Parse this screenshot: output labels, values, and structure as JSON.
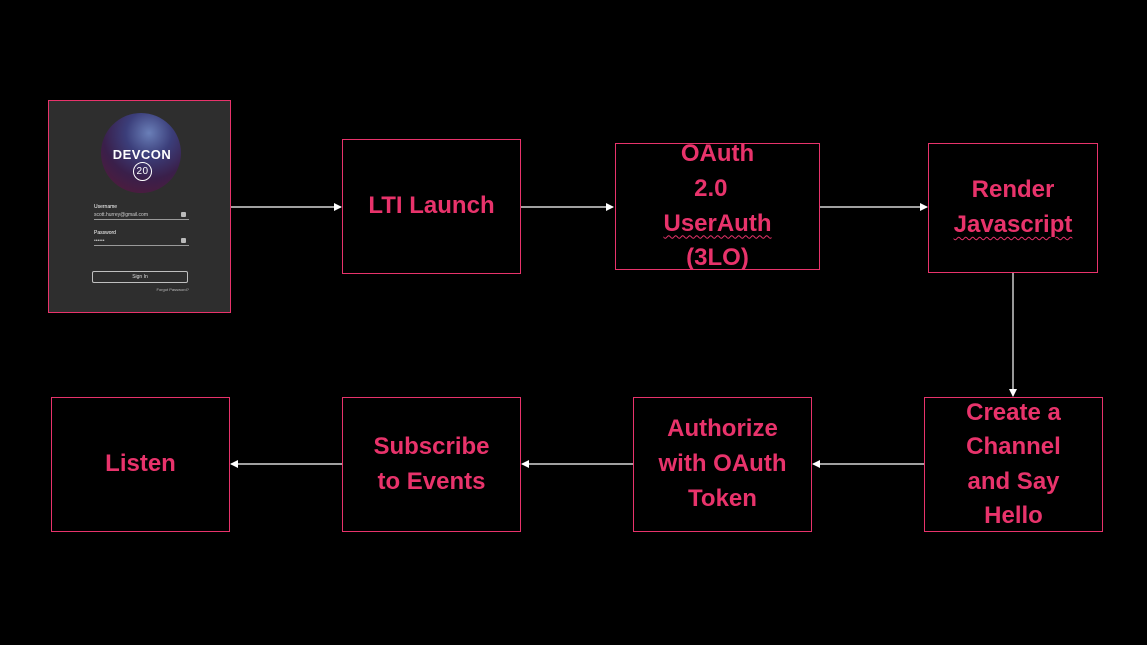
{
  "colors": {
    "background": "#000000",
    "accent": "#e8336b",
    "arrow": "#ffffff"
  },
  "login": {
    "logo_text": "DEVCON",
    "logo_number": "20",
    "username_label": "Username",
    "username_value": "scott.hurrey@gmail.com",
    "password_label": "Password",
    "password_value": "••••••",
    "signin_label": "Sign In",
    "forgot_label": "Forgot Password?"
  },
  "steps": {
    "lti_launch": [
      "LTI Launch"
    ],
    "oauth": [
      "OAuth",
      "2.0  UserAuth",
      "(3LO)"
    ],
    "render": [
      "Render",
      "Javascript"
    ],
    "channel": [
      "Create a",
      "Channel",
      "and Say",
      "Hello"
    ],
    "authorize": [
      "Authorize",
      "with OAuth",
      "Token"
    ],
    "subscribe": [
      "Subscribe",
      "to Events"
    ],
    "listen": [
      "Listen"
    ]
  }
}
